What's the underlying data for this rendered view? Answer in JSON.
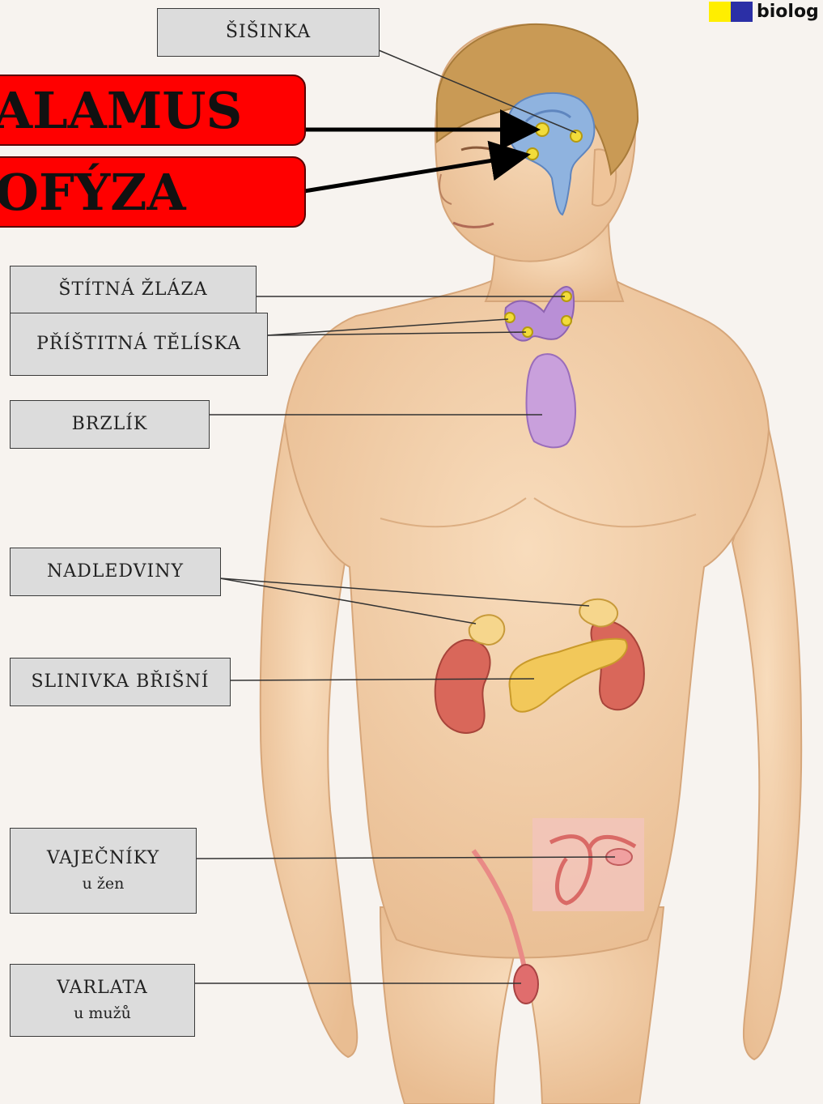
{
  "brand": {
    "text": "biolog",
    "color_yellow": "#ffee00",
    "color_blue": "#2b2fa6"
  },
  "labels": {
    "pineal": "ŠIŠINKA",
    "hypothalamus": "ALAMUS",
    "pituitary": "OFÝZA",
    "thyroid": "ŠTÍTNÁ ŽLÁZA",
    "parathyroid": "PŘÍŠTITNÁ TĚLÍSKA",
    "thymus": "BRZLÍK",
    "adrenals": "NADLEDVINY",
    "pancreas": "SLINIVKA BŘIŠNÍ",
    "ovaries": "VAJEČNÍKY",
    "ovaries_sub": "u žen",
    "testes": "VARLATA",
    "testes_sub": "u mužů"
  },
  "colors": {
    "highlight_red": "#ff0000",
    "label_gray": "#dcdcdc",
    "skin": "#f3cfa8",
    "hair": "#c99a55",
    "brain": "#8fb3df",
    "gland_yellow": "#f2dc3a",
    "thyroid_purple": "#b98fd6",
    "kidney": "#d9675a",
    "pancreas": "#f2c85a",
    "reproductive": "#e98a86"
  }
}
